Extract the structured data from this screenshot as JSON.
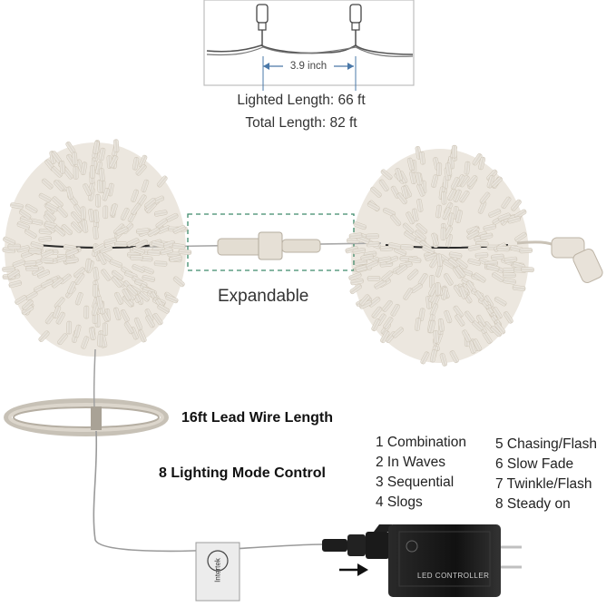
{
  "spacing_diagram": {
    "spacing_label": "3.9 inch"
  },
  "specs": {
    "lighted_length": "Lighted Length: 66 ft",
    "total_length": "Total Length: 82 ft"
  },
  "callouts": {
    "expandable": "Expandable",
    "lead_wire": "16ft Lead Wire Length",
    "mode_control": "8 Lighting Mode Control"
  },
  "modes": [
    "1 Combination",
    "2 In Waves",
    "3 Sequential",
    "4 Slogs",
    "5 Chasing/Flash",
    "6 Slow Fade",
    "7 Twinkle/Flash",
    "8 Steady on"
  ],
  "adapter": {
    "brand": "LED CONTROLLER",
    "tag": "Intertek"
  },
  "colors": {
    "bulb": "#e9e4dc",
    "wire": "#9a9a9a",
    "adapter": "#1b1b1b",
    "dashed_box": "#3d8a6a"
  }
}
